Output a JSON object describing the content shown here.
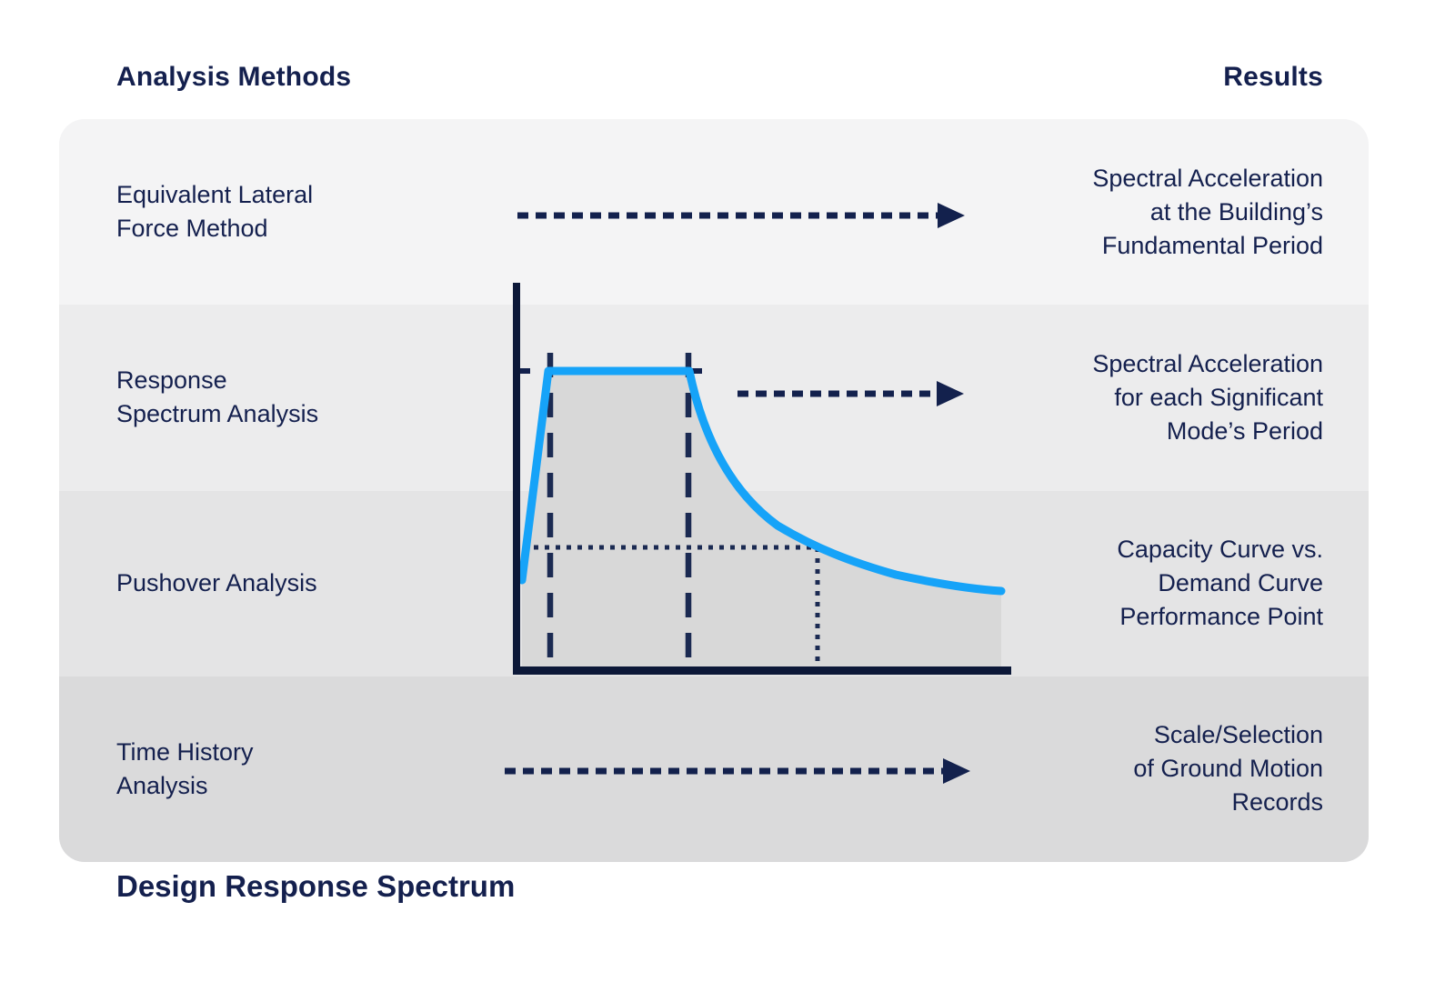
{
  "header": {
    "left": "Analysis Methods",
    "right": "Results"
  },
  "rows": [
    {
      "method": "Equivalent Lateral\nForce Method",
      "result": "Spectral Acceleration\nat the Building’s\nFundamental Period",
      "connector": "dashed-arrow"
    },
    {
      "method": "Response\nSpectrum Analysis",
      "result": "Spectral Acceleration\nfor each Significant\nMode’s Period",
      "connector": "dashed-arrow"
    },
    {
      "method": "Pushover Analysis",
      "result": "Capacity Curve vs.\nDemand Curve\nPerformance Point",
      "connector": "design-response-spectrum-chart"
    },
    {
      "method": "Time History\nAnalysis",
      "result": "Scale/Selection\nof Ground Motion\nRecords",
      "connector": "dashed-arrow"
    }
  ],
  "chart_title": "Design Response Spectrum",
  "chart_data": {
    "type": "line",
    "title": "Design Response Spectrum",
    "axes_labeled": false,
    "grid": false,
    "series": [
      {
        "name": "design response spectrum (spectral acceleration vs period)",
        "shape": "steep linear rise, flat plateau, then hyperbolic decay",
        "x_norm": [
          0.01,
          0.06,
          0.34,
          0.61,
          0.98
        ],
        "y_norm": [
          0.23,
          0.77,
          0.77,
          0.32,
          0.21
        ]
      }
    ],
    "annotations": [
      "dashed vertical guide at plateau start period",
      "dashed vertical guide at plateau end period",
      "short dashes marking plateau acceleration level at y-axis and right of plateau",
      "dotted crosshair marking a point on the decay branch",
      "area under curve shaded gray"
    ]
  },
  "icons": {
    "arrow": "dashed-arrow-right"
  },
  "colors": {
    "navy_text": "#14204e",
    "navy_axis": "#0c1838",
    "curve_blue": "#16a3f8",
    "area_fill": "#d8d8d8",
    "row_shades": [
      "#f4f4f5",
      "#ececed",
      "#e4e4e5",
      "#dadadb"
    ]
  }
}
